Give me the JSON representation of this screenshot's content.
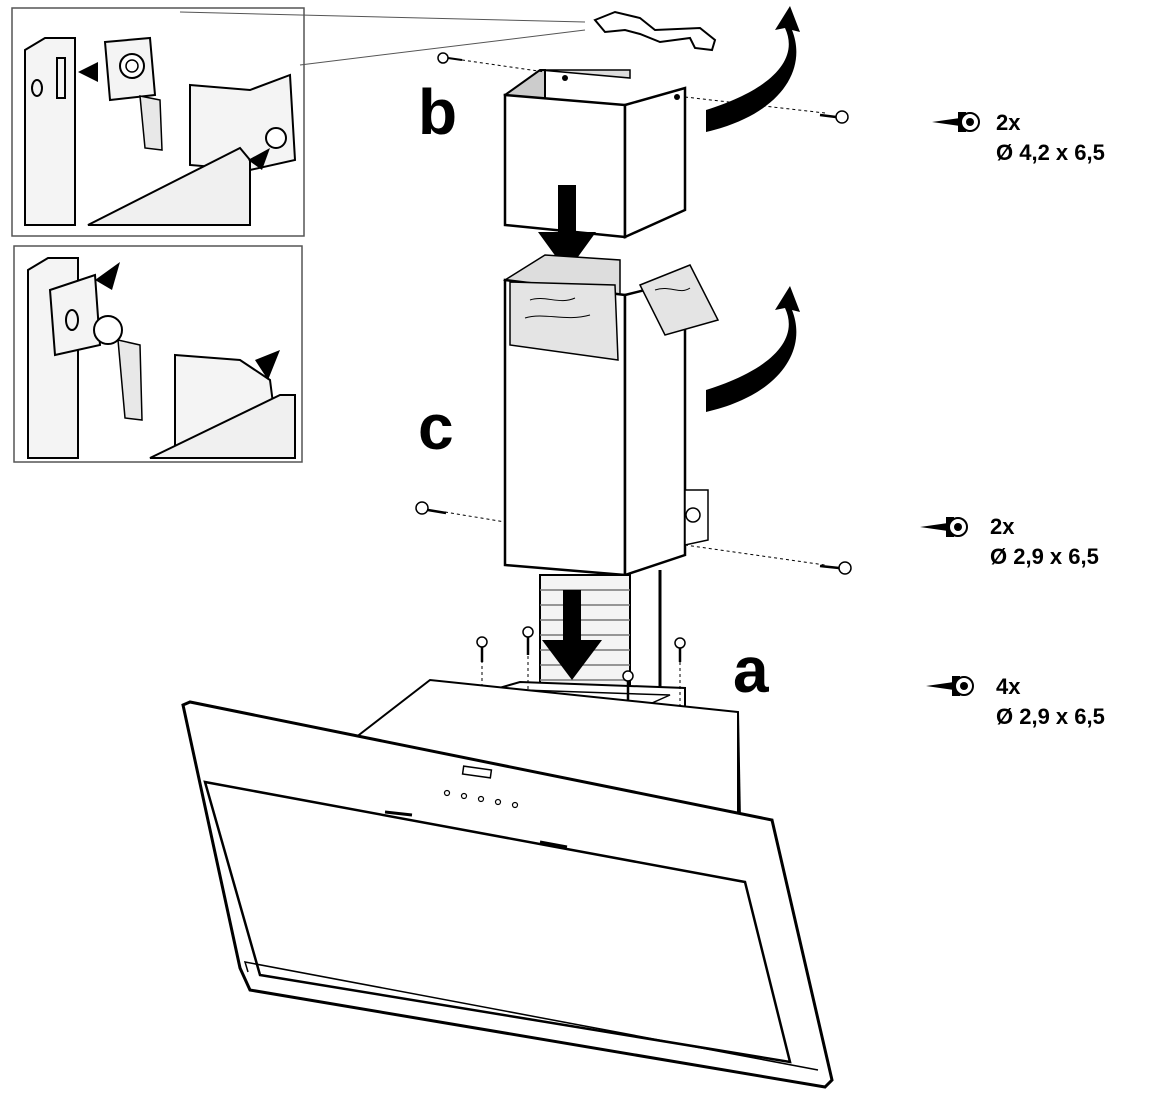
{
  "steps": {
    "a": "a",
    "b": "b",
    "c": "c"
  },
  "screws": [
    {
      "quantity": "2x",
      "dimension": "Ø 4,2 x 6,5"
    },
    {
      "quantity": "2x",
      "dimension": "Ø 2,9 x 6,5"
    },
    {
      "quantity": "4x",
      "dimension": "Ø 2,9 x 6,5"
    }
  ]
}
